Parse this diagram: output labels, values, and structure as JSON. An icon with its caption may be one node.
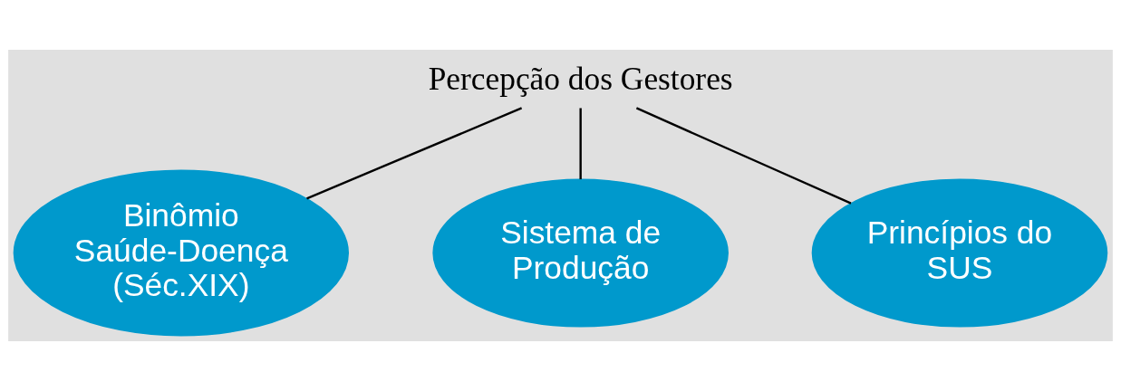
{
  "diagram": {
    "nodes": [
      {
        "text": [
          "Percepção dos Gestores"
        ]
      },
      {
        "text": [
          "Binômio Saúde-Doença (Séc.XIX)"
        ]
      },
      {
        "text": [
          "Sistema de Produção"
        ]
      },
      {
        "text": [
          "Princípios do SUS"
        ]
      }
    ],
    "edges": [
      {
        "from": 0,
        "to": 1,
        "arrow": "none"
      },
      {
        "from": 0,
        "to": 3,
        "arrow": "none"
      },
      {
        "from": 0,
        "to": 2,
        "arrow": "none"
      }
    ]
  }
}
